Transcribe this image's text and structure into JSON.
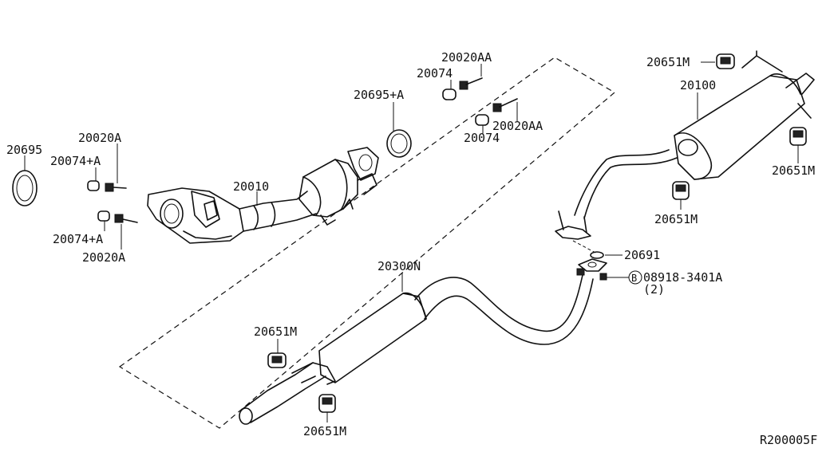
{
  "labels": {
    "p20695": "20695",
    "p20020A_top": "20020A",
    "p20074A_top": "20074+A",
    "p20074A_bot": "20074+A",
    "p20020A_bot": "20020A",
    "p20010": "20010",
    "p20695A": "20695+A",
    "p20074_top": "20074",
    "p20020AA_top": "20020AA",
    "p20020AA_bot": "20020AA",
    "p20074_bot": "20074",
    "p20651M_tl": "20651M",
    "p20100": "20100",
    "p20651M_r": "20651M",
    "p20651M_m": "20651M",
    "p20691": "20691",
    "p08918": "08918-3401A",
    "p08918_qty": "(2)",
    "p08918_mark": "B",
    "p20300N": "20300N",
    "p20651M_front": "20651M",
    "p20651M_bottom": "20651M",
    "diagram_code": "R200005F"
  }
}
